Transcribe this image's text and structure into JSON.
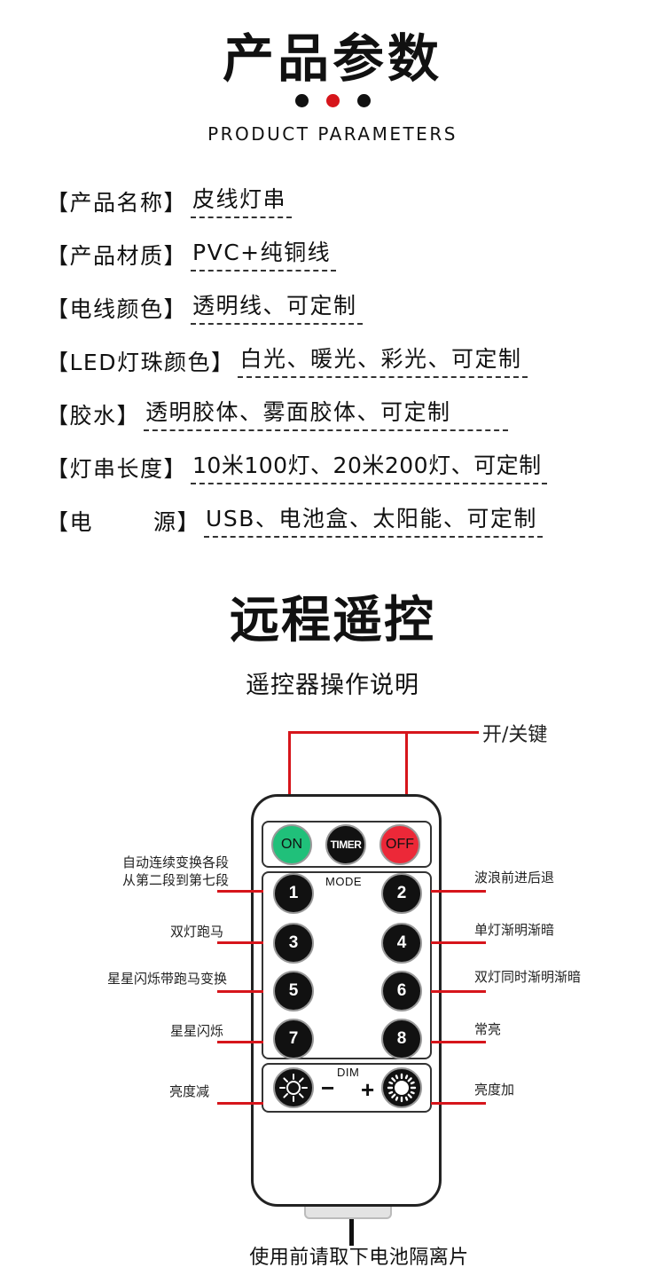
{
  "header": {
    "title": "产品参数",
    "subtitle": "PRODUCT PARAMETERS",
    "dot_colors": [
      "#111111",
      "#d6151b",
      "#111111"
    ]
  },
  "params": [
    {
      "label": "【产品名称】",
      "value": "皮线灯串"
    },
    {
      "label": "【产品材质】",
      "value": "PVC+纯铜线"
    },
    {
      "label": "【电线颜色】",
      "value": "透明线、可定制"
    },
    {
      "label": "【LED灯珠颜色】",
      "value": "白光、暖光、彩光、可定制"
    },
    {
      "label": "【胶水】",
      "value": "透明胶体、雾面胶体、可定制"
    },
    {
      "label": "【灯串长度】",
      "value": "10米100灯、20米200灯、可定制"
    },
    {
      "label_start": "【电",
      "label_end": "源】",
      "value": "USB、电池盒、太阳能、可定制"
    }
  ],
  "remote": {
    "title": "远程遥控",
    "subtitle": "遥控器操作说明",
    "power_label": "开/关键",
    "buttons": {
      "on": "ON",
      "timer": "TIMER",
      "off": "OFF",
      "mode_label": "MODE",
      "dim_label": "DIM",
      "minus": "−",
      "plus": "+",
      "numbers": [
        "1",
        "2",
        "3",
        "4",
        "5",
        "6",
        "7",
        "8"
      ]
    },
    "callouts": {
      "b1_line1": "自动连续变换各段",
      "b1_line2": "从第二段到第七段",
      "b2": "波浪前进后退",
      "b3": "双灯跑马",
      "b4": "单灯渐明渐暗",
      "b5": "星星闪烁带跑马变换",
      "b6": "双灯同时渐明渐暗",
      "b7": "星星闪烁",
      "b8": "常亮",
      "dim_minus": "亮度减",
      "dim_plus": "亮度加"
    },
    "footer": "使用前请取下电池隔离片"
  },
  "colors": {
    "accent_red": "#d6151b",
    "on_green": "#20c07a",
    "off_red": "#ec2838",
    "button_black": "#111111"
  },
  "icons": [
    "sun-outline-icon",
    "sun-filled-icon"
  ]
}
